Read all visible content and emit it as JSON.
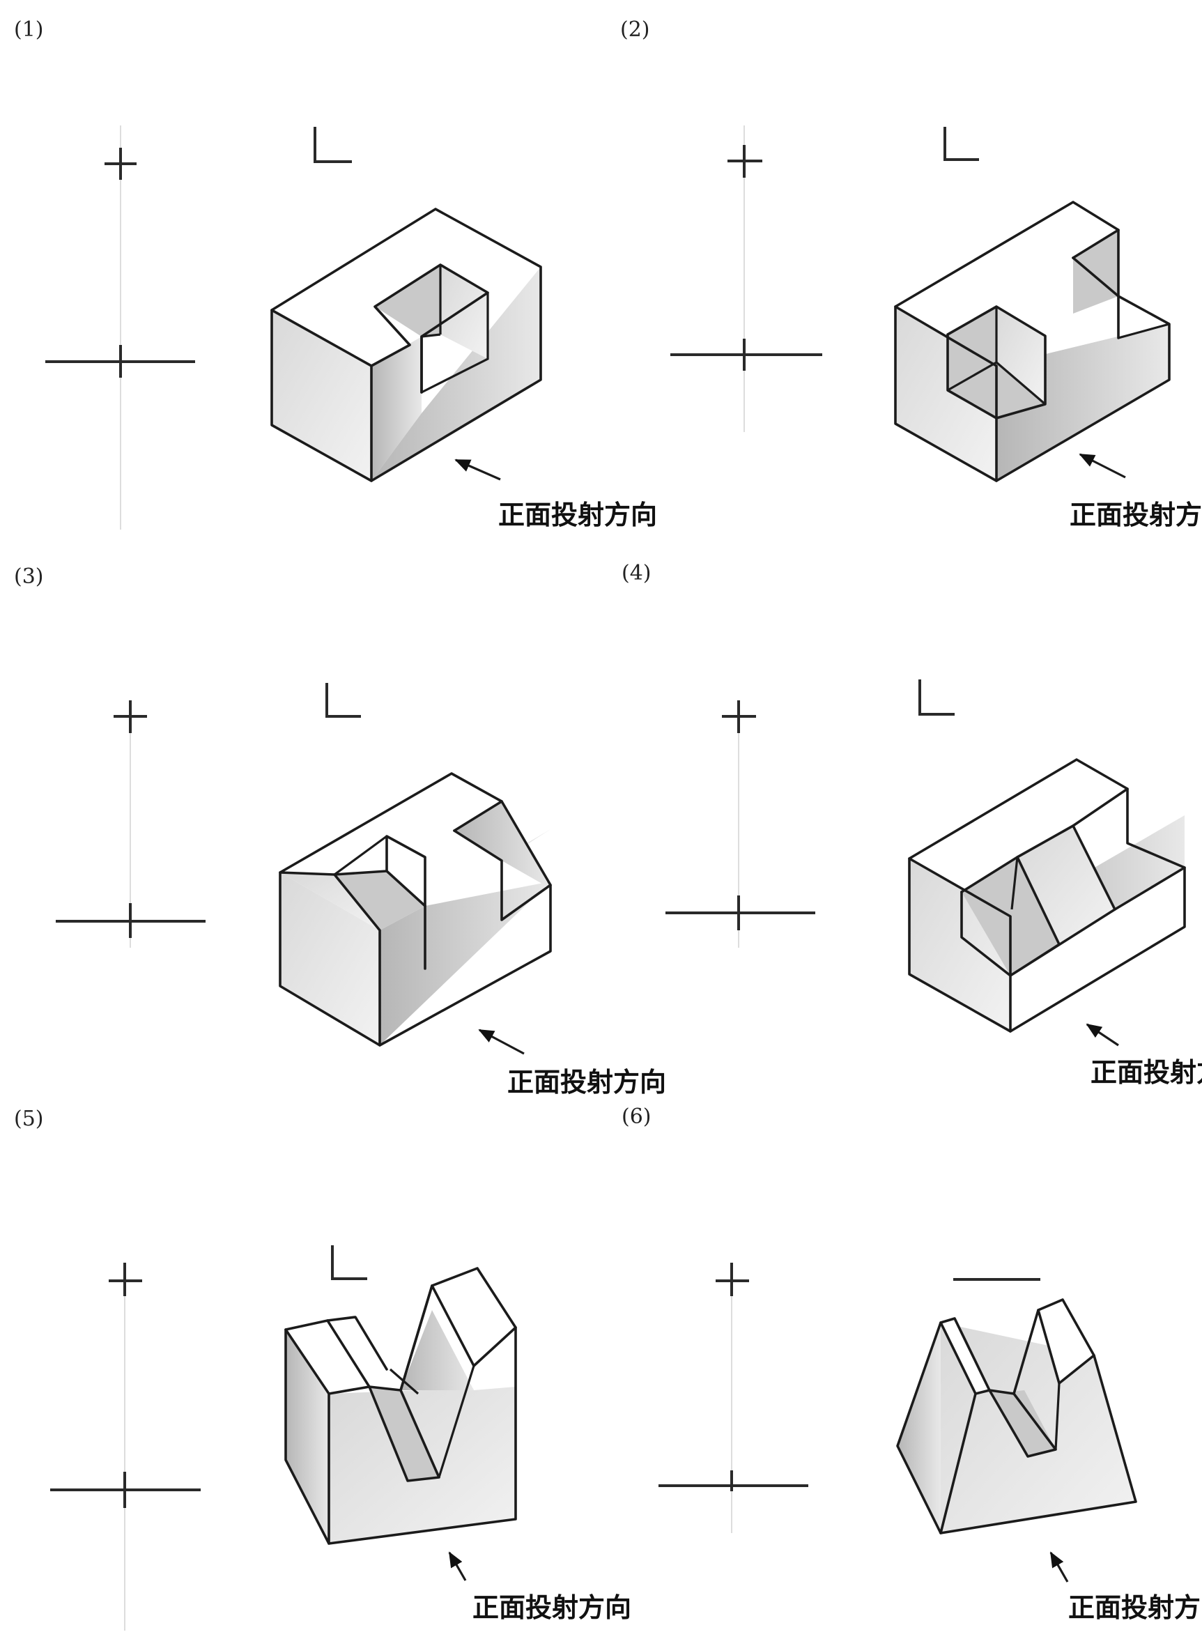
{
  "figures": [
    {
      "label": "(1)",
      "note": "正面投射方向"
    },
    {
      "label": "(2)",
      "note": "正面投射方向"
    },
    {
      "label": "(3)",
      "note": "正面投射方向"
    },
    {
      "label": "(4)",
      "note": "正面投射方向"
    },
    {
      "label": "(5)",
      "note": "正面投射方向"
    },
    {
      "label": "(6)",
      "note": "正面投射方向"
    }
  ],
  "colors": {
    "line": "#1b1b1b",
    "face_light": "#f4f4f4",
    "face_dark": "#b7b7b7",
    "background": "#ffffff"
  },
  "icons": [
    "arrow-icon",
    "cross-mark-icon",
    "corner-mark-icon"
  ]
}
